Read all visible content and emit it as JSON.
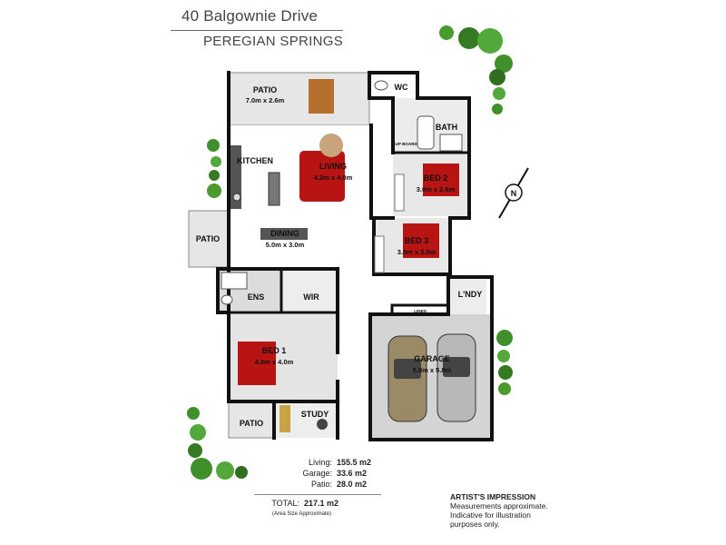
{
  "header": {
    "address": "40 Balgownie Drive",
    "suburb": "PEREGIAN SPRINGS"
  },
  "rooms": {
    "patio_top": {
      "name": "PATIO",
      "dims": "7.0m x 2.6m"
    },
    "wc": {
      "name": "WC"
    },
    "bath": {
      "name": "BATH"
    },
    "cupboard": {
      "name": "CUP BOARD"
    },
    "kitchen": {
      "name": "KITCHEN"
    },
    "living": {
      "name": "LIVING",
      "dims": "4.2m x 4.0m"
    },
    "bed2": {
      "name": "BED 2",
      "dims": "3.0m x 2.8m"
    },
    "bed3": {
      "name": "BED 3",
      "dims": "3.0m x 3.0m"
    },
    "dining": {
      "name": "DINING",
      "dims": "5.0m x 3.0m"
    },
    "patio_left": {
      "name": "PATIO"
    },
    "ens": {
      "name": "ENS"
    },
    "wir": {
      "name": "WIR"
    },
    "lndy": {
      "name": "L'NDY"
    },
    "linen": {
      "name": "LINEN"
    },
    "bed1": {
      "name": "BED 1",
      "dims": "4.0m x 4.0m"
    },
    "garage": {
      "name": "GARAGE",
      "dims": "5.8m x 5.8m"
    },
    "patio_bottom": {
      "name": "PATIO"
    },
    "study": {
      "name": "STUDY"
    }
  },
  "areas": {
    "living_label": "Living:",
    "living_value": "155.5 m2",
    "garage_label": "Garage:",
    "garage_value": "33.6 m2",
    "patio_label": "Patio:",
    "patio_value": "28.0 m2",
    "total_label": "TOTAL:",
    "total_value": "217.1 m2",
    "note": "(Area Size Approximate)"
  },
  "disclaimer": {
    "heading": "ARTIST'S IMPRESSION",
    "line1": "Measurements approximate.",
    "line2": "Indicative for illustration",
    "line3": "purposes only."
  },
  "compass": {
    "label": "N"
  },
  "colors": {
    "wall": "#111111",
    "floor": "#ffffff",
    "tile": "#dcdcdc",
    "garage_floor": "#d4d4d4",
    "patio": "#e6e6e6",
    "bed": "#b81414",
    "plant": "#3f8f2a"
  }
}
